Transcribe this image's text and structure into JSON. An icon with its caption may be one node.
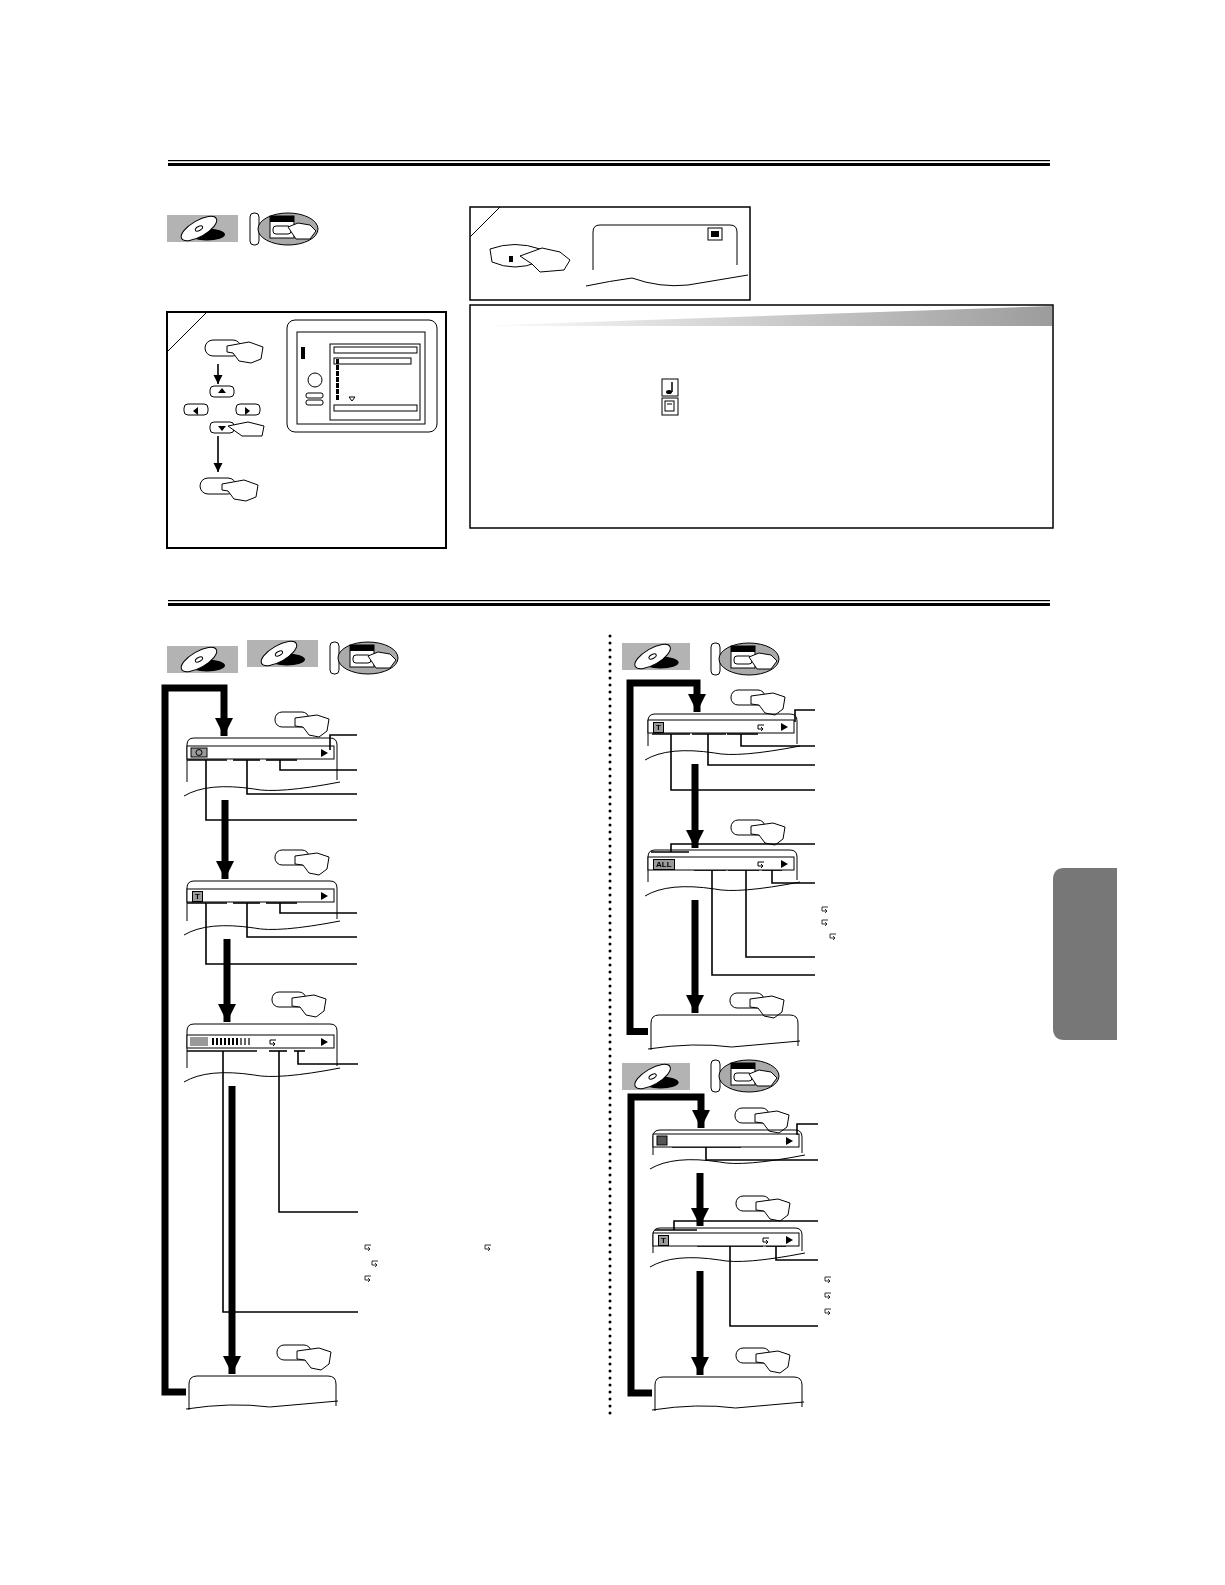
{
  "diagram": {
    "nodes": [
      {
        "text": [],
        "shape": "button"
      },
      {
        "text": [],
        "shape": "button"
      },
      {
        "text": [],
        "shape": "button"
      },
      {
        "text": [],
        "shape": "box"
      },
      {
        "text": [],
        "shape": "box"
      },
      {
        "text": [],
        "shape": "box"
      },
      {
        "text": [],
        "shape": "box"
      },
      {
        "text": [],
        "shape": "box"
      },
      {
        "text": [],
        "shape": "box"
      },
      {
        "text": [],
        "shape": "box"
      },
      {
        "text": [],
        "shape": "box"
      },
      {
        "text": [],
        "shape": "box"
      },
      {
        "text": [],
        "shape": "box"
      },
      {
        "text": [],
        "shape": "tab"
      }
    ],
    "edges": [
      {
        "from": 0,
        "to": 1,
        "arrow": "to"
      },
      {
        "from": 1,
        "to": 2,
        "arrow": "to"
      },
      {
        "from": 3,
        "to": 4,
        "arrow": "to",
        "style": "thick"
      },
      {
        "from": 4,
        "to": 5,
        "arrow": "to",
        "style": "thick"
      },
      {
        "from": 5,
        "to": 6,
        "arrow": "to",
        "style": "thick"
      },
      {
        "from": 6,
        "to": 3,
        "arrow": "to",
        "style": "thick"
      },
      {
        "from": 7,
        "to": 8,
        "arrow": "to",
        "style": "thick"
      },
      {
        "from": 8,
        "to": 9,
        "arrow": "to",
        "style": "thick"
      },
      {
        "from": 9,
        "to": 7,
        "arrow": "to",
        "style": "thick"
      },
      {
        "from": 10,
        "to": 11,
        "arrow": "to",
        "style": "thick"
      },
      {
        "from": 11,
        "to": 12,
        "arrow": "to",
        "style": "thick"
      },
      {
        "from": 12,
        "to": 10,
        "arrow": "to",
        "style": "thick"
      },
      {
        "from": 3,
        "to": null,
        "arrow": "none"
      },
      {
        "from": 3,
        "to": null,
        "arrow": "none"
      },
      {
        "from": 3,
        "to": null,
        "arrow": "none"
      },
      {
        "from": 3,
        "to": null,
        "arrow": "none"
      },
      {
        "from": 4,
        "to": null,
        "arrow": "none"
      },
      {
        "from": 4,
        "to": null,
        "arrow": "none"
      },
      {
        "from": 4,
        "to": null,
        "arrow": "none"
      },
      {
        "from": 5,
        "to": null,
        "arrow": "none"
      },
      {
        "from": 5,
        "to": null,
        "arrow": "none"
      },
      {
        "from": 5,
        "to": null,
        "arrow": "none"
      },
      {
        "from": 7,
        "to": null,
        "arrow": "none"
      },
      {
        "from": 7,
        "to": null,
        "arrow": "none"
      },
      {
        "from": 7,
        "to": null,
        "arrow": "none"
      },
      {
        "from": 7,
        "to": null,
        "arrow": "none"
      },
      {
        "from": 8,
        "to": null,
        "arrow": "none"
      },
      {
        "from": 8,
        "to": null,
        "arrow": "none"
      },
      {
        "from": 8,
        "to": null,
        "arrow": "none"
      },
      {
        "from": 8,
        "to": null,
        "arrow": "none"
      },
      {
        "from": 10,
        "to": null,
        "arrow": "none"
      },
      {
        "from": 10,
        "to": null,
        "arrow": "none"
      },
      {
        "from": 11,
        "to": null,
        "arrow": "none"
      },
      {
        "from": 11,
        "to": null,
        "arrow": "none"
      },
      {
        "from": 11,
        "to": null,
        "arrow": "none"
      }
    ],
    "labels": [
      "T",
      "T",
      "ALL",
      "T"
    ]
  }
}
